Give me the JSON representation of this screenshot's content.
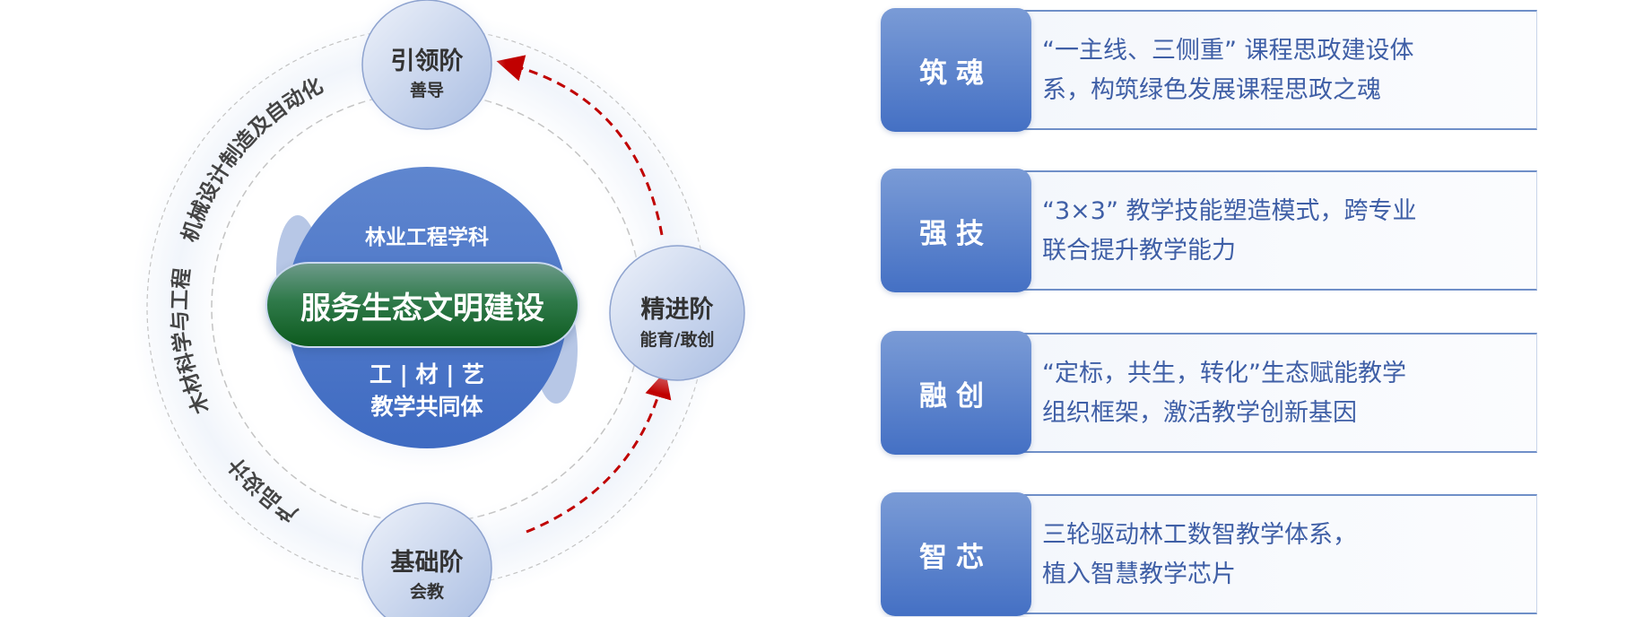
{
  "diagram": {
    "center": {
      "top": "林业工程学科",
      "pill": "服务生态文明建设",
      "bottom_line1": "工 | 材 | 艺",
      "bottom_line2": "教学共同体"
    },
    "nodes": [
      {
        "title": "引领阶",
        "sub": "善导"
      },
      {
        "title": "精进阶",
        "sub": "能育/敢创"
      },
      {
        "title": "基础阶",
        "sub": "会教"
      }
    ],
    "ring_labels": [
      "机械设计制造及自动化",
      "木材科学与工程",
      "产品设计"
    ],
    "colors": {
      "accent_blue": "#4470c4",
      "green": "#0d5a1e",
      "arrow_red": "#c00000",
      "text_blue": "#3f5fa6"
    }
  },
  "pillars": [
    {
      "label": "筑魂",
      "text_line1": "“一主线、三侧重” 课程思政建设体",
      "text_line2": "系，构筑绿色发展课程思政之魂"
    },
    {
      "label": "强技",
      "text_line1": "“3×3” 教学技能塑造模式，跨专业",
      "text_line2": "联合提升教学能力"
    },
    {
      "label": "融创",
      "text_line1": "“定标，共生，转化”生态赋能教学",
      "text_line2": "组织框架，激活教学创新基因"
    },
    {
      "label": "智芯",
      "text_line1": "三轮驱动林工数智教学体系，",
      "text_line2": "植入智慧教学芯片"
    }
  ]
}
